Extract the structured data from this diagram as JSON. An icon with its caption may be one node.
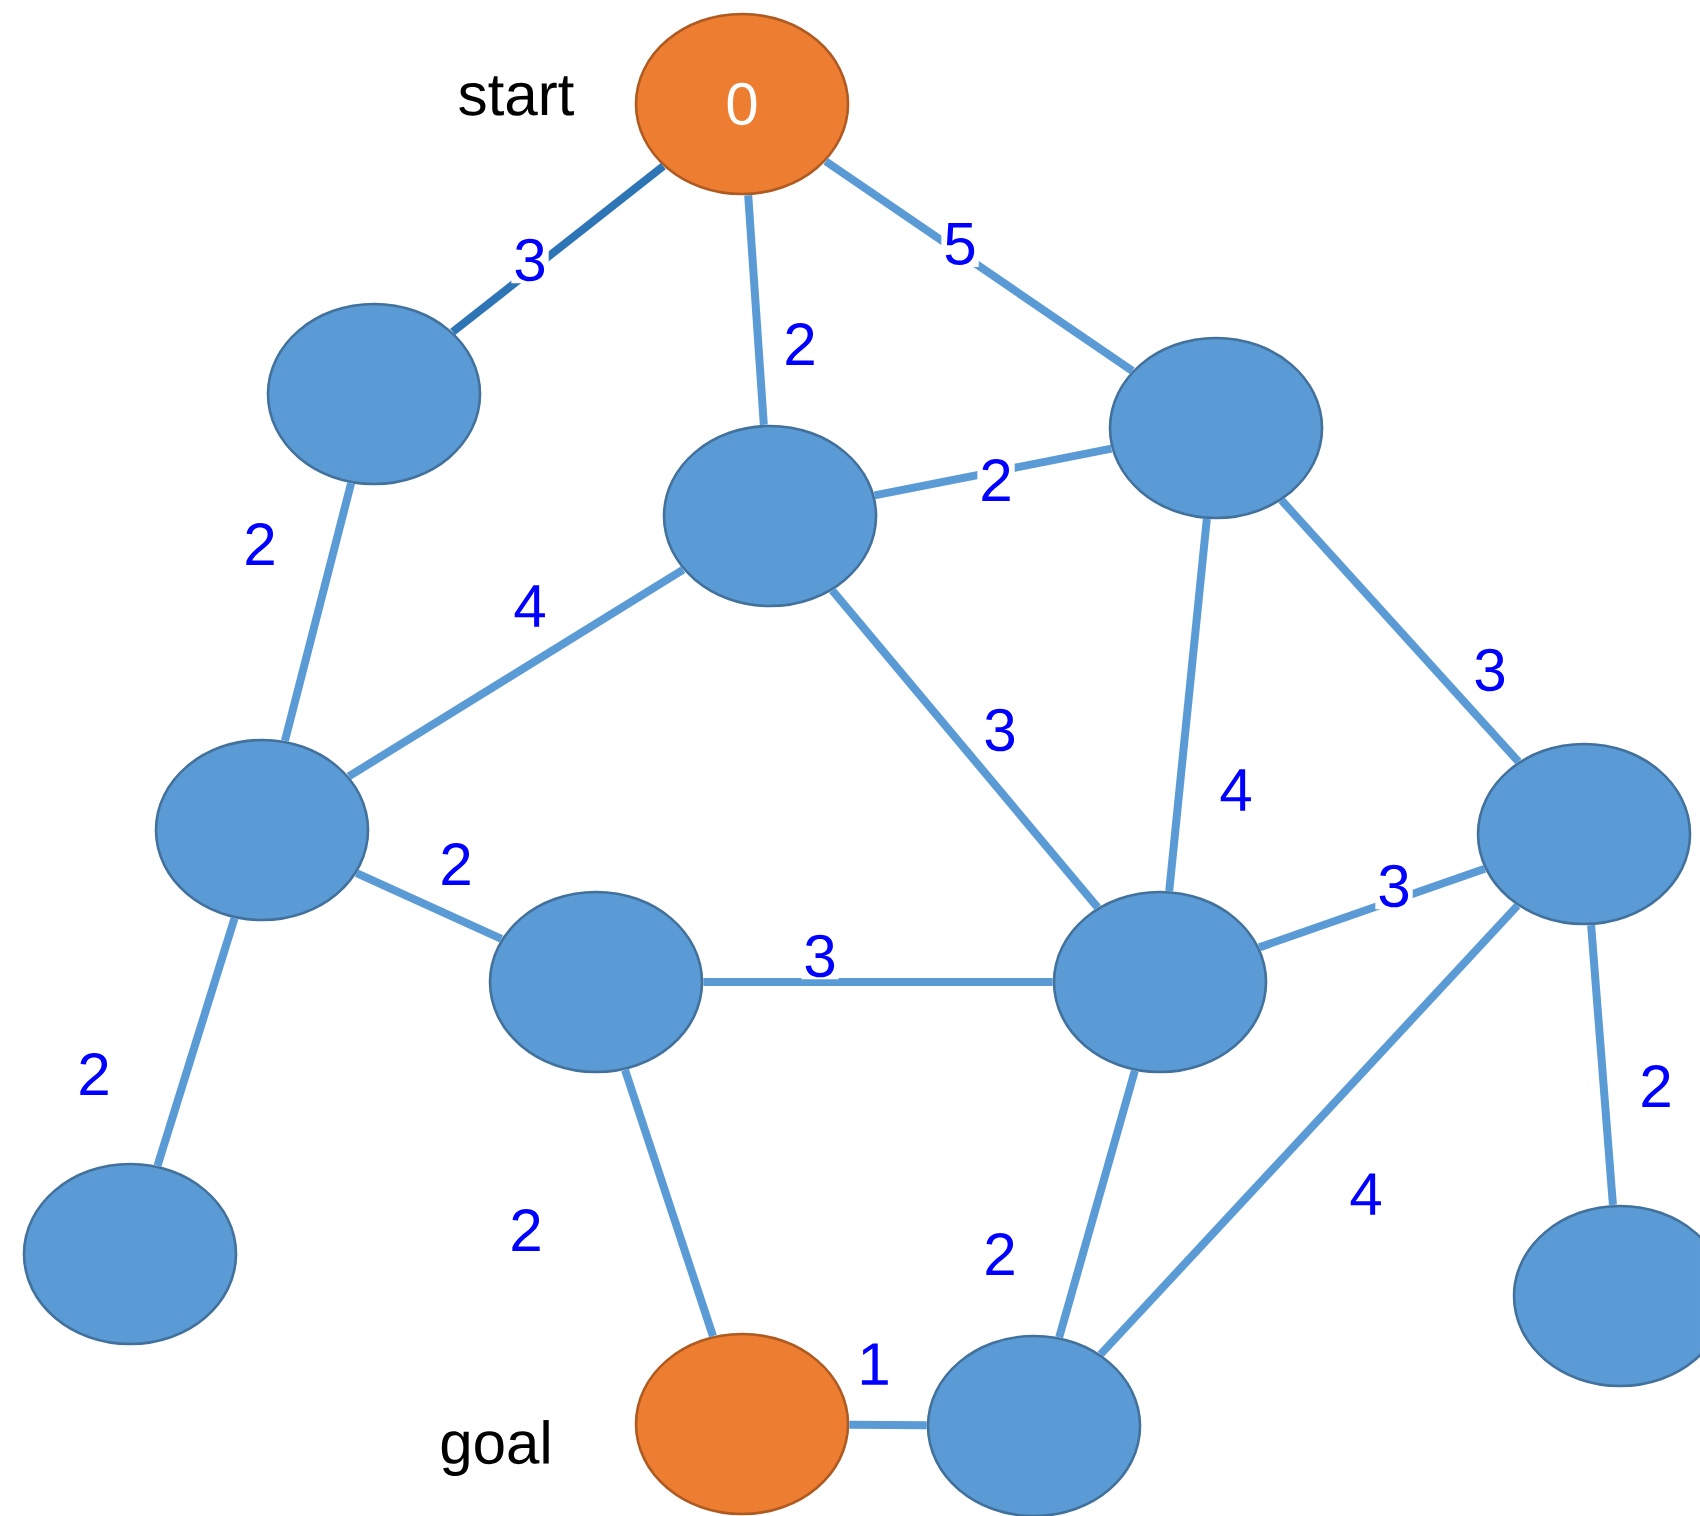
{
  "diagram": {
    "nodes": [
      {
        "text": [
          "0"
        ],
        "beside": [
          "start"
        ]
      },
      {
        "text": [],
        "shape": "circle"
      },
      {
        "text": [],
        "shape": "circle"
      },
      {
        "text": [],
        "shape": "circle"
      },
      {
        "text": [],
        "shape": "circle"
      },
      {
        "text": [],
        "shape": "circle"
      },
      {
        "text": [],
        "shape": "circle"
      },
      {
        "text": [],
        "shape": "circle"
      },
      {
        "text": [],
        "shape": "circle"
      },
      {
        "text": [],
        "shape": "circle",
        "beside": [
          "goal"
        ]
      },
      {
        "text": [],
        "shape": "circle"
      },
      {
        "text": [],
        "shape": "circle"
      }
    ],
    "edges": [
      {
        "from": 0,
        "to": 1,
        "arrow": "none",
        "label": "3",
        "color": "#2e75b6"
      },
      {
        "from": 0,
        "to": 2,
        "arrow": "none",
        "label": "2"
      },
      {
        "from": 0,
        "to": 3,
        "arrow": "none",
        "label": "5"
      },
      {
        "from": 1,
        "to": 4,
        "arrow": "none",
        "label": "2"
      },
      {
        "from": 2,
        "to": 3,
        "arrow": "none",
        "label": "2"
      },
      {
        "from": 2,
        "to": 4,
        "arrow": "none",
        "label": "4"
      },
      {
        "from": 2,
        "to": 6,
        "arrow": "none",
        "label": "3"
      },
      {
        "from": 3,
        "to": 6,
        "arrow": "none",
        "label": "4"
      },
      {
        "from": 3,
        "to": 7,
        "arrow": "none",
        "label": "3"
      },
      {
        "from": 4,
        "to": 5,
        "arrow": "none",
        "label": "2"
      },
      {
        "from": 4,
        "to": 8,
        "arrow": "none",
        "label": "2"
      },
      {
        "from": 5,
        "to": 6,
        "arrow": "none",
        "label": "3"
      },
      {
        "from": 5,
        "to": 9,
        "arrow": "none",
        "label": "2"
      },
      {
        "from": 6,
        "to": 7,
        "arrow": "none",
        "label": "3"
      },
      {
        "from": 6,
        "to": 10,
        "arrow": "none",
        "label": "2"
      },
      {
        "from": 7,
        "to": 10,
        "arrow": "none",
        "label": "4"
      },
      {
        "from": 7,
        "to": 11,
        "arrow": "none",
        "label": "2"
      },
      {
        "from": 9,
        "to": 10,
        "arrow": "none",
        "label": "1"
      }
    ]
  }
}
